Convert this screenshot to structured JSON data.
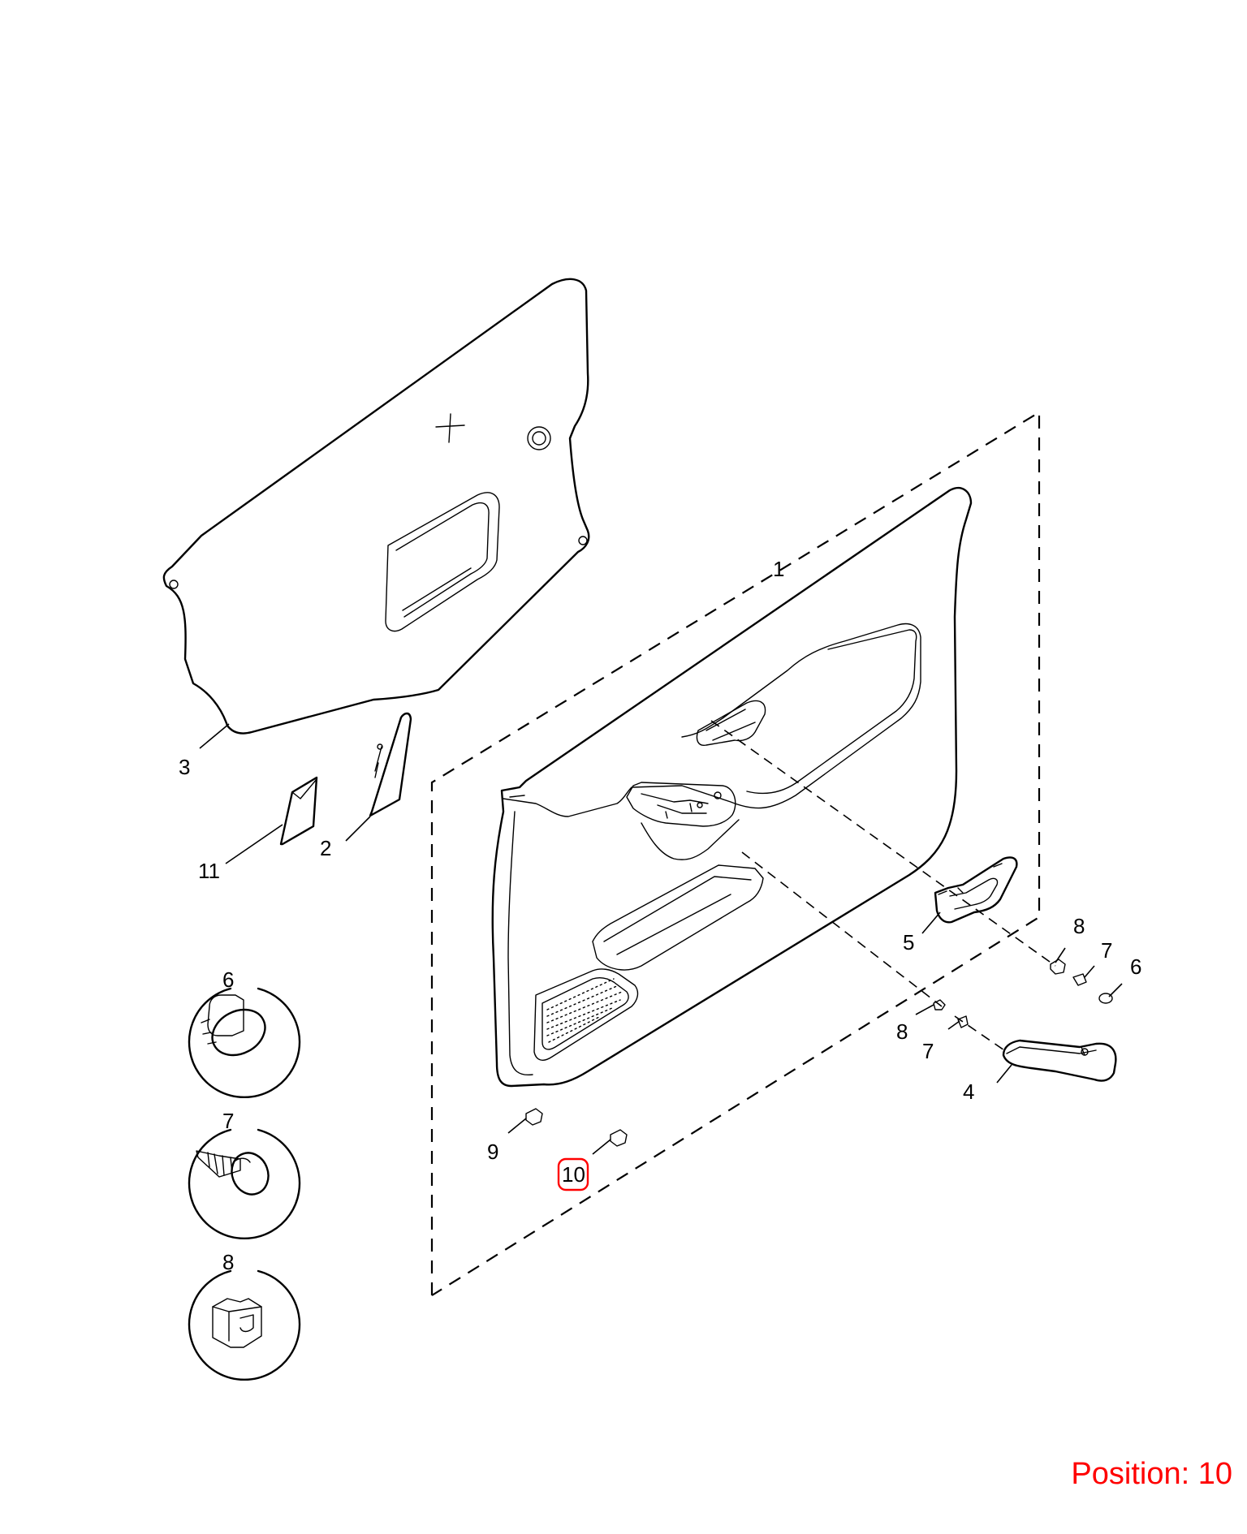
{
  "callouts": {
    "c1": "1",
    "c2": "2",
    "c3": "3",
    "c4": "4",
    "c5": "5",
    "c6": "6",
    "c7": "7",
    "c8": "8",
    "c8b": "8",
    "c7b": "7",
    "c8c": "8",
    "c7c": "7",
    "c6b": "6",
    "c9": "9",
    "c10": "10",
    "c11": "11"
  },
  "detail_views": [
    "6",
    "7",
    "8"
  ],
  "selected_callout": "10",
  "position": {
    "text": "Position: 10"
  },
  "colors": {
    "line": "#000000",
    "highlight": "#ff0000",
    "background": "#ffffff"
  }
}
